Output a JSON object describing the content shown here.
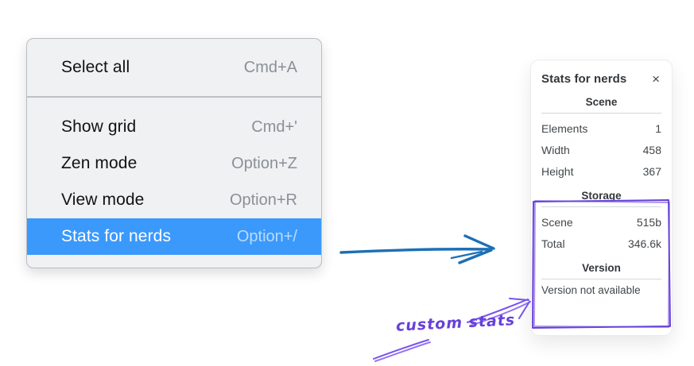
{
  "context_menu": {
    "items": [
      {
        "label": "Select all",
        "shortcut": "Cmd+A",
        "highlighted": false
      },
      {
        "label": "Show grid",
        "shortcut": "Cmd+'",
        "highlighted": false
      },
      {
        "label": "Zen mode",
        "shortcut": "Option+Z",
        "highlighted": false
      },
      {
        "label": "View mode",
        "shortcut": "Option+R",
        "highlighted": false
      },
      {
        "label": "Stats for nerds",
        "shortcut": "Option+/",
        "highlighted": true
      }
    ],
    "highlight_color": "#3b99fc"
  },
  "stats_panel": {
    "title": "Stats for nerds",
    "close_icon": "×",
    "sections": {
      "scene": {
        "title": "Scene",
        "rows": [
          {
            "label": "Elements",
            "value": "1"
          },
          {
            "label": "Width",
            "value": "458"
          },
          {
            "label": "Height",
            "value": "367"
          }
        ]
      },
      "storage": {
        "title": "Storage",
        "rows": [
          {
            "label": "Scene",
            "value": "515b"
          },
          {
            "label": "Total",
            "value": "346.6k"
          }
        ]
      },
      "version": {
        "title": "Version",
        "note": "Version not available"
      }
    }
  },
  "annotation": {
    "label": "custom stats",
    "text_color": "#6741d9",
    "arrow_color": "#7a52f0",
    "box_color": "#6741d9"
  },
  "flow_arrow": {
    "color": "#1c6fb5"
  }
}
